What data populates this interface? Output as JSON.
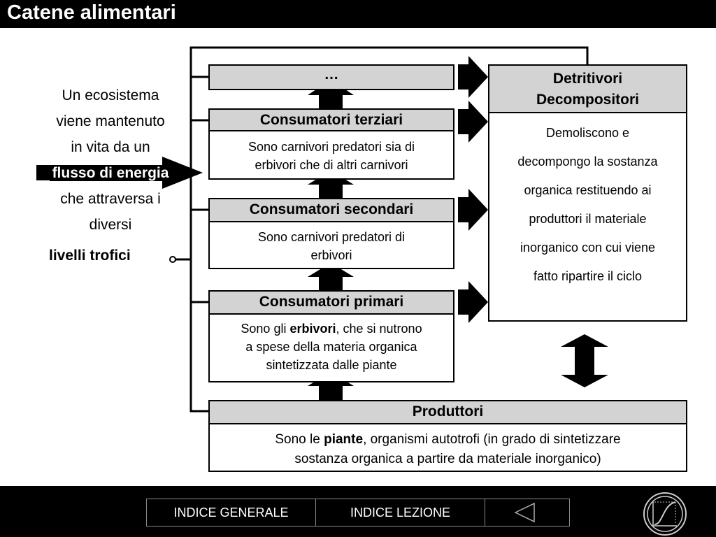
{
  "header": {
    "title": "Catene alimentari"
  },
  "intro": {
    "line1": "Un ecosistema",
    "line2": "viene mantenuto",
    "line3": "in vita da un",
    "flow": "flusso di energia",
    "line5": "che attraversa i",
    "line6": "diversi",
    "trophic_levels": "livelli trofici"
  },
  "levels": {
    "top": {
      "title": "…"
    },
    "tertiary": {
      "title": "Consumatori terziari",
      "desc_line1": "Sono carnivori predatori sia di",
      "desc_line2": "erbivori che di altri carnivori"
    },
    "secondary": {
      "title": "Consumatori secondari",
      "desc_line1": "Sono carnivori predatori di",
      "desc_line2": "erbivori"
    },
    "primary": {
      "title": "Consumatori primari",
      "desc_pre": "Sono gli ",
      "desc_bold": "erbivori",
      "desc_post": ", che si nutrono",
      "desc_line2": "a spese della materia organica",
      "desc_line3": "sintetizzata dalle piante"
    },
    "producers": {
      "title": "Produttori",
      "desc_pre": "Sono le ",
      "desc_bold": "piante",
      "desc_post": ", organismi autotrofi (in grado di sintetizzare",
      "desc_line2": "sostanza organica a partire da materiale inorganico)"
    }
  },
  "detritivores": {
    "title_line1": "Detritivori",
    "title_line2": "Decompositori",
    "desc_line1": "Demoliscono e",
    "desc_line2": "decompongo la sostanza",
    "desc_line3": "organica restituendo ai",
    "desc_line4": "produttori il materiale",
    "desc_line5": "inorganico con cui viene",
    "desc_line6": "fatto ripartire il ciclo"
  },
  "footer": {
    "general_index": "INDICE GENERALE",
    "lesson_index": "INDICE LEZIONE"
  },
  "icons": {
    "back": "back-triangle-icon",
    "logo": "curve-logo-icon"
  },
  "colors": {
    "header_fill": "#d3d3d3",
    "bar": "#000000"
  }
}
